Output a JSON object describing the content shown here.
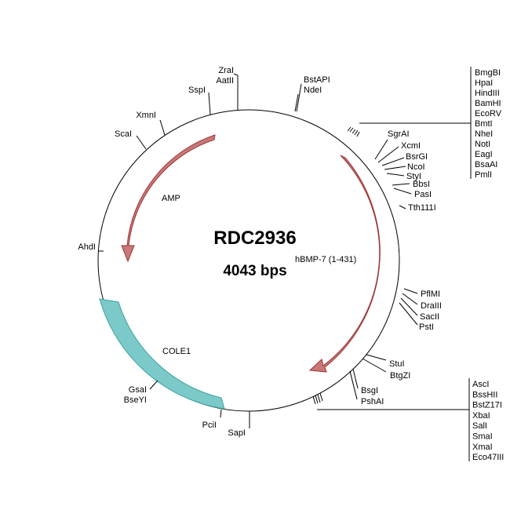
{
  "plasmid": {
    "name": "RDC2936",
    "size": "4043 bps",
    "colors": {
      "backbone": "#000000",
      "arrow_fill": "#c87878",
      "arrow_stroke": "#9b3636",
      "origin_fill": "#7cc9c9",
      "origin_stroke": "#3aa3a3"
    }
  },
  "features": [
    {
      "label": "AMP",
      "type": "arrow"
    },
    {
      "label": "hBMP-7 (1-431)",
      "type": "arrow"
    },
    {
      "label": "COLE1",
      "type": "origin"
    }
  ],
  "sites": [
    {
      "label": "ZraI"
    },
    {
      "label": "AatII"
    },
    {
      "label": "SspI"
    },
    {
      "label": "XmnI"
    },
    {
      "label": "ScaI"
    },
    {
      "label": "AhdI"
    },
    {
      "label": "GsaI"
    },
    {
      "label": "BseYI"
    },
    {
      "label": "PciI"
    },
    {
      "label": "SapI"
    },
    {
      "label": "BstAPI"
    },
    {
      "label": "NdeI"
    },
    {
      "label": "SgrAI"
    },
    {
      "label": "XcmI"
    },
    {
      "label": "BsrGI"
    },
    {
      "label": "NcoI"
    },
    {
      "label": "StyI"
    },
    {
      "label": "BbsI"
    },
    {
      "label": "PasI"
    },
    {
      "label": "Tth111I"
    },
    {
      "label": "PflMI"
    },
    {
      "label": "DraIII"
    },
    {
      "label": "SacII"
    },
    {
      "label": "PstI"
    },
    {
      "label": "StuI"
    },
    {
      "label": "BtgZI"
    },
    {
      "label": "BsgI"
    },
    {
      "label": "PshAI"
    }
  ],
  "mcs_top": [
    "BmgBI",
    "HpaI",
    "HindIII",
    "BamHI",
    "EcoRV",
    "BmtI",
    "NheI",
    "NotI",
    "EagI",
    "BsaAI",
    "PmlI"
  ],
  "mcs_bottom": [
    "AscI",
    "BssHII",
    "BstZ17I",
    "XbaI",
    "SalI",
    "SmaI",
    "XmaI",
    "Eco47III"
  ]
}
